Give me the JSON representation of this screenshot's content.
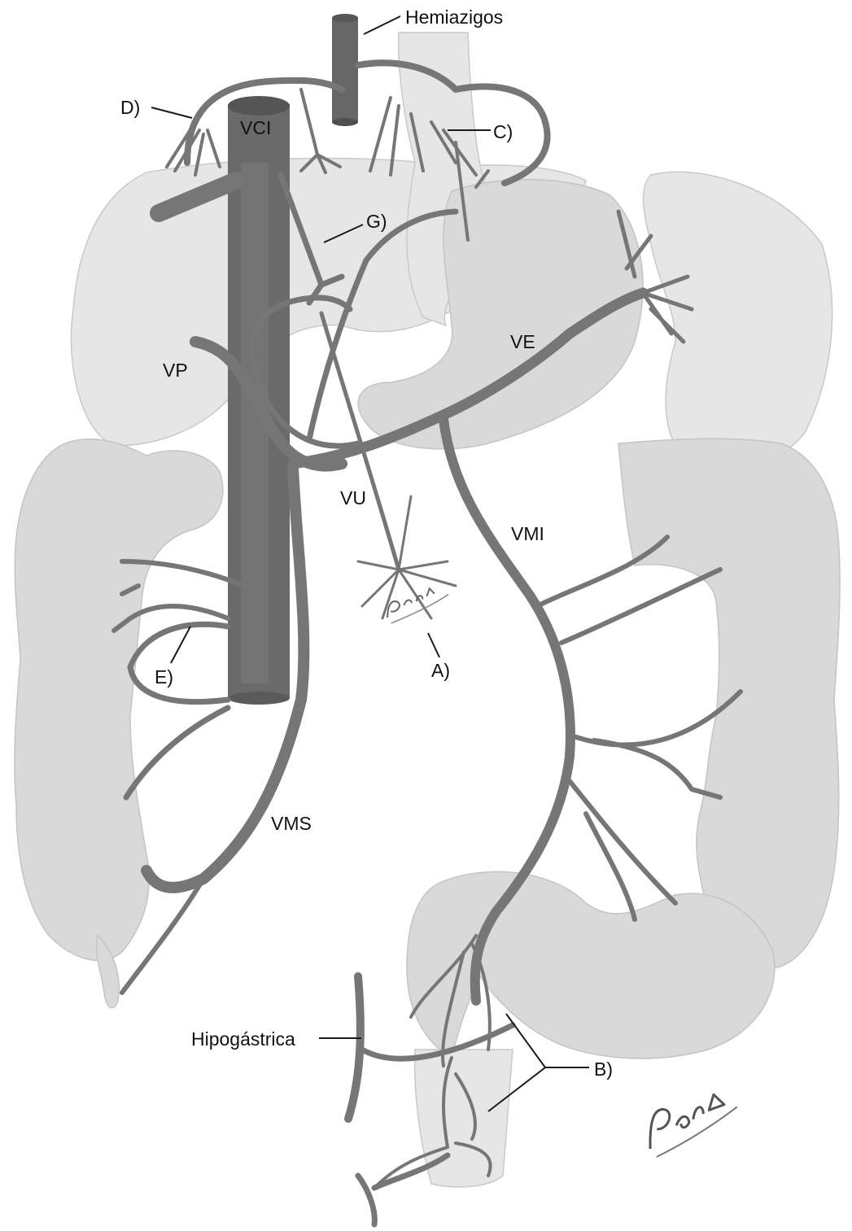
{
  "colors": {
    "vein": "#767676",
    "vein_dark": "#5f5f5f",
    "organ": "#e6e6e6",
    "organ2": "#d9d9d9",
    "label": "#111111"
  },
  "labels": {
    "hemiazigos": "Hemiazigos",
    "c": "C)",
    "d": "D)",
    "vci": "VCI",
    "g": "G)",
    "ve": "VE",
    "vp": "VP",
    "vu": "VU",
    "vmi": "VMI",
    "e": "E)",
    "a": "A)",
    "vms": "VMS",
    "hipogastrica": "Hipogástrica",
    "b": "B)"
  },
  "signature": "Pera"
}
